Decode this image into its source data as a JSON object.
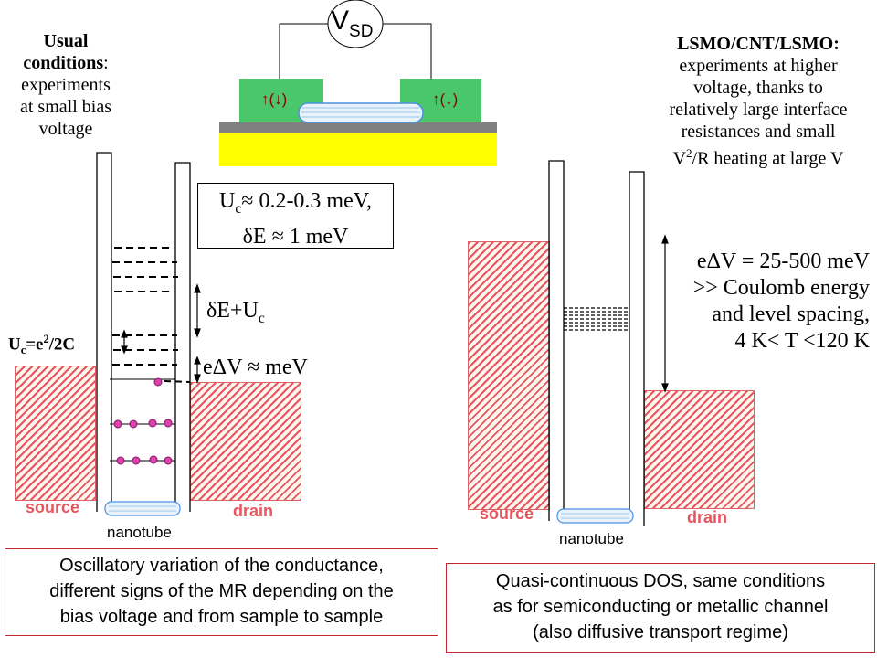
{
  "device_schematic": {
    "voltmeter_label": "V",
    "voltmeter_subscript": "SD",
    "contact_spin_symbol": "↑(↓)",
    "colors": {
      "contact": "#4bc76b",
      "substrate": "#ffff00",
      "oxide": "#808080",
      "spin_arrow": "#8b0000",
      "nanotube": "#4a90e2"
    }
  },
  "left_panel": {
    "heading_bold_1": "Usual",
    "heading_bold_2": "conditions",
    "heading_colon": ":",
    "heading_lines": [
      "experiments",
      "at small bias",
      "voltage"
    ],
    "params_box": {
      "line1_main": "U",
      "line1_sub": "c",
      "line1_rest": "≈ 0.2-0.3 meV,",
      "line2": "δE ≈ 1 meV"
    },
    "spacing_label_main": "δE+U",
    "spacing_label_sub": "c",
    "bias_label": "eΔV ≈ meV",
    "charging_label": {
      "u": "U",
      "sub": "c",
      "eq": "=e",
      "sup": "2",
      "rest": "/2C"
    },
    "source_label": "source",
    "drain_label": "drain",
    "nanotube_label": "nanotube",
    "summary": [
      "Oscillatory variation of the conductance,",
      "different signs of the MR depending on the",
      "bias voltage and from sample to sample"
    ]
  },
  "right_panel": {
    "heading_bold": "LSMO/CNT/LSMO:",
    "heading_lines": [
      "experiments at higher",
      "voltage, thanks to",
      "relatively large interface",
      "resistances and small"
    ],
    "heading_last_pre": "V",
    "heading_last_sup": "2",
    "heading_last_post": "/R heating at large V",
    "bias_lines": [
      "eΔV = 25-500 meV",
      ">> Coulomb energy",
      "and level spacing,",
      "4 K< T <120 K"
    ],
    "source_label": "source",
    "drain_label": "drain",
    "nanotube_label": "nanotube",
    "summary": [
      "Quasi-continuous DOS, same conditions",
      "as for semiconducting or metallic channel",
      "(also diffusive transport regime)"
    ]
  },
  "colors": {
    "lead_hatch": "#e8555e",
    "electron": "#e040b0",
    "summary_border": "#c0282d",
    "label_red": "#e8555e"
  }
}
